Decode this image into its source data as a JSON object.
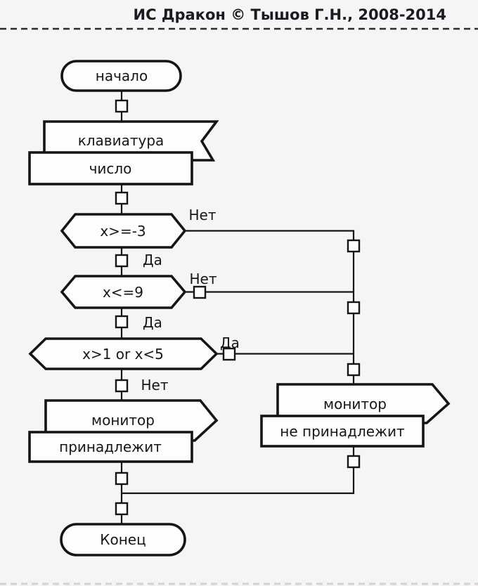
{
  "header": {
    "title": "ИС Дракон © Тышов Г.Н., 2008-2014"
  },
  "diagram": {
    "start": {
      "label": "начало"
    },
    "input": {
      "device": "клавиатура",
      "value": "число"
    },
    "decisions": [
      {
        "condition": "x>=-3",
        "yes_label": "Да",
        "no_label": "Нет"
      },
      {
        "condition": "x<=9",
        "yes_label": "Да",
        "no_label": "Нет"
      },
      {
        "condition": "x>1 or x<5",
        "yes_label": "Да",
        "no_label": "Нет"
      }
    ],
    "output_left": {
      "device": "монитор",
      "value": "принадлежит"
    },
    "output_right": {
      "device": "монитор",
      "value": "не принадлежит"
    },
    "end": {
      "label": "Конец"
    }
  },
  "colors": {
    "ink": "#151515",
    "shape_fill": "#fdfdfd",
    "background": "#f6f5f5"
  }
}
